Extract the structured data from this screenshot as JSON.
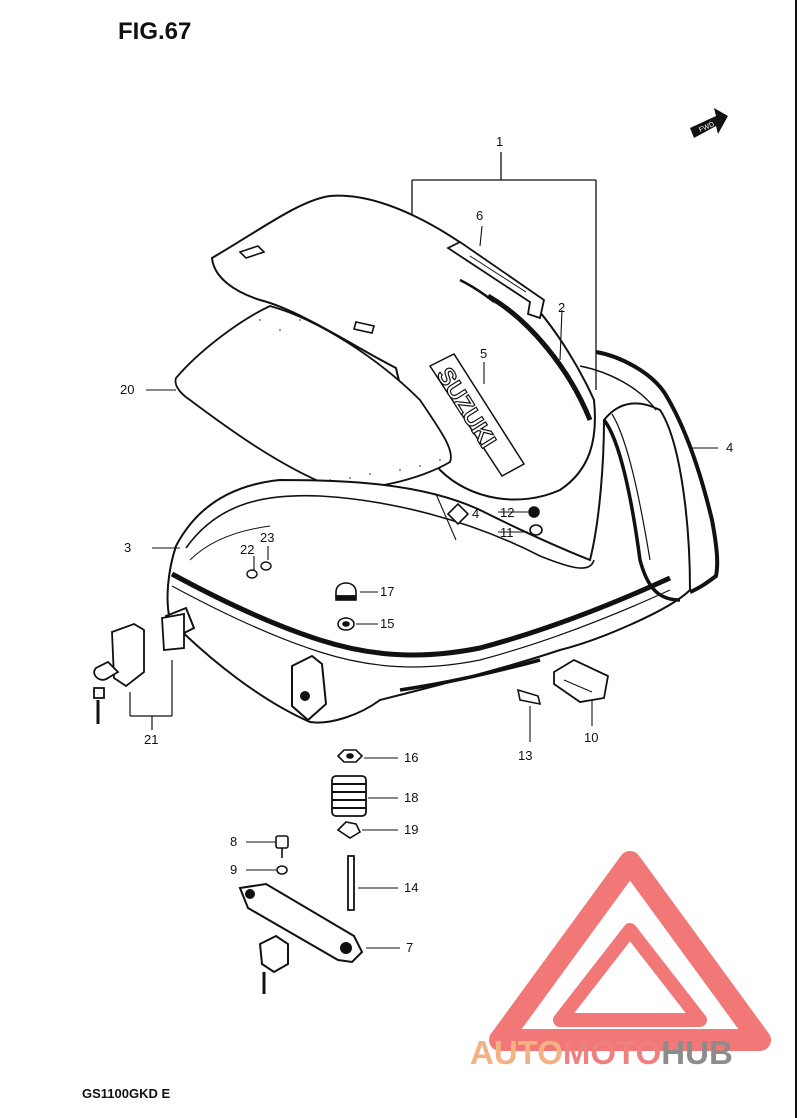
{
  "figure": {
    "title": "FIG.67",
    "footer": "GS1100GKD E",
    "fwd_label": "FWD",
    "emblem_text": "SUZUKI"
  },
  "callouts": [
    {
      "id": "c1",
      "label": "1"
    },
    {
      "id": "c2",
      "label": "2"
    },
    {
      "id": "c3",
      "label": "3"
    },
    {
      "id": "c4",
      "label": "4"
    },
    {
      "id": "c4b",
      "label": "4"
    },
    {
      "id": "c5",
      "label": "5"
    },
    {
      "id": "c6",
      "label": "6"
    },
    {
      "id": "c7",
      "label": "7"
    },
    {
      "id": "c8",
      "label": "8"
    },
    {
      "id": "c9",
      "label": "9"
    },
    {
      "id": "c10",
      "label": "10"
    },
    {
      "id": "c11",
      "label": "11"
    },
    {
      "id": "c12",
      "label": "12"
    },
    {
      "id": "c13",
      "label": "13"
    },
    {
      "id": "c14",
      "label": "14"
    },
    {
      "id": "c15",
      "label": "15"
    },
    {
      "id": "c16",
      "label": "16"
    },
    {
      "id": "c17",
      "label": "17"
    },
    {
      "id": "c18",
      "label": "18"
    },
    {
      "id": "c19",
      "label": "19"
    },
    {
      "id": "c20",
      "label": "20"
    },
    {
      "id": "c21",
      "label": "21"
    },
    {
      "id": "c22",
      "label": "22"
    },
    {
      "id": "c23",
      "label": "23"
    }
  ],
  "watermark": {
    "part1": "AUTO",
    "part2": "MOTO",
    "part3": "HUB",
    "colors": {
      "auto": "#f4b183",
      "moto": "#f08080",
      "hub": "#8c8c8c",
      "logo": "#f06060"
    }
  }
}
